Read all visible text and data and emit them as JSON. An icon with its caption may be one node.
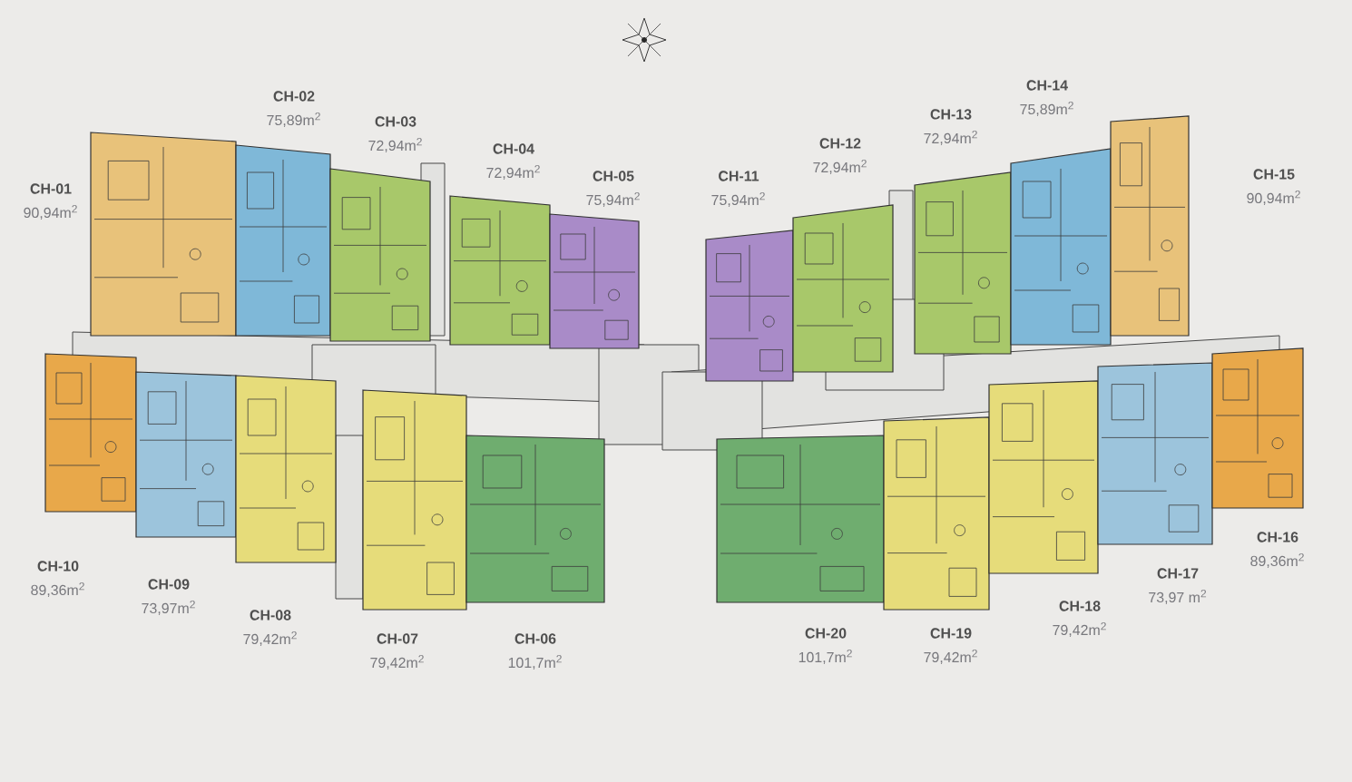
{
  "diagram": {
    "labels": [
      "CH-01",
      "90,94m$^{2}$",
      "CH-02",
      "75,89m$^{2}$",
      "CH-03",
      "72,94m$^{2}$",
      "CH-04",
      "72,94m$^{2}$",
      "CH-05",
      "75,94m$^{2}$",
      "CH-11",
      "75,94m$^{2}$",
      "CH-12",
      "72,94m$^{2}$",
      "CH-13",
      "72,94m$^{2}$",
      "CH-14",
      "75,89m$^{2}$",
      "CH-15",
      "90,94m$^{2}$",
      "CH-10",
      "89,36m$^{2}$",
      "CH-09",
      "73,97m$^{2}$",
      "CH-08",
      "79,42m$^{2}$",
      "CH-07",
      "79,42m$^{2}$",
      "CH-06",
      "101,7m$^{2}$",
      "CH-20",
      "101,7m$^{2}$",
      "CH-19",
      "79,42m$^{2}$",
      "CH-18",
      "79,42m$^{2}$",
      "CH-17",
      "73,97 m$^{2}$",
      "CH-16",
      "89,36m$^{2}$"
    ]
  }
}
